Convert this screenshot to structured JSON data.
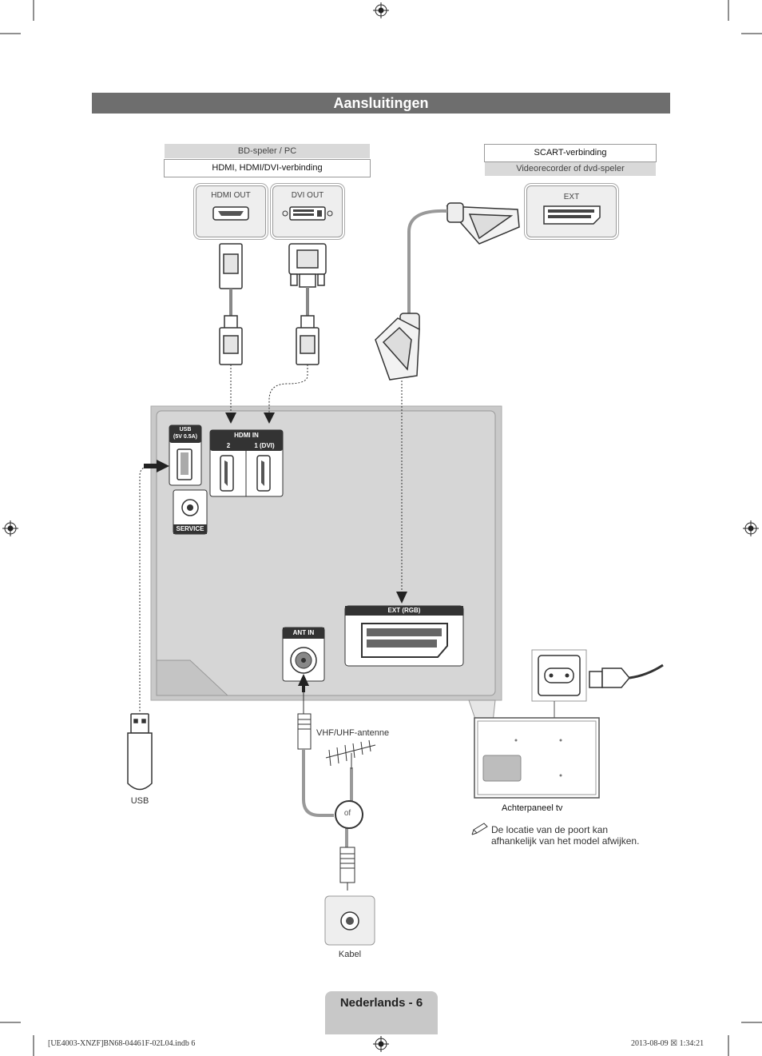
{
  "page": {
    "title": "Aansluitingen",
    "footer": "Nederlands - 6",
    "print_left": "[UE4003-XNZF]BN68-04461F-02L04.indb   6",
    "print_right": "2013-08-09   ☒ 1:34:21"
  },
  "sources": {
    "bd": {
      "device": "BD-speler / PC",
      "connection": "HDMI, HDMI/DVI-verbinding"
    },
    "scart": {
      "connection": "SCART-verbinding",
      "device": "Videorecorder of dvd-speler"
    }
  },
  "device_ports": {
    "hdmi_out": "HDMI OUT",
    "dvi_out": "DVI OUT",
    "ext": "EXT"
  },
  "tv_ports": {
    "usb_label_1": "USB",
    "usb_label_2": "(5V 0.5A)",
    "hdmi_in": "HDMI IN",
    "hdmi_2": "2",
    "hdmi_1": "1 (DVI)",
    "service": "SERVICE",
    "ant_in": "ANT IN",
    "ext_rgb": "EXT (RGB)"
  },
  "labels": {
    "usb": "USB",
    "antenna": "VHF/UHF-antenne",
    "or": "of",
    "cable": "Kabel",
    "back_panel": "Achterpaneel tv",
    "note": "De locatie van de poort kan afhankelijk van het model afwijken."
  },
  "colors": {
    "title_bar": "#6e6e6e",
    "panel": "#c9c9c9",
    "footer_tab": "#c8c8c8"
  }
}
